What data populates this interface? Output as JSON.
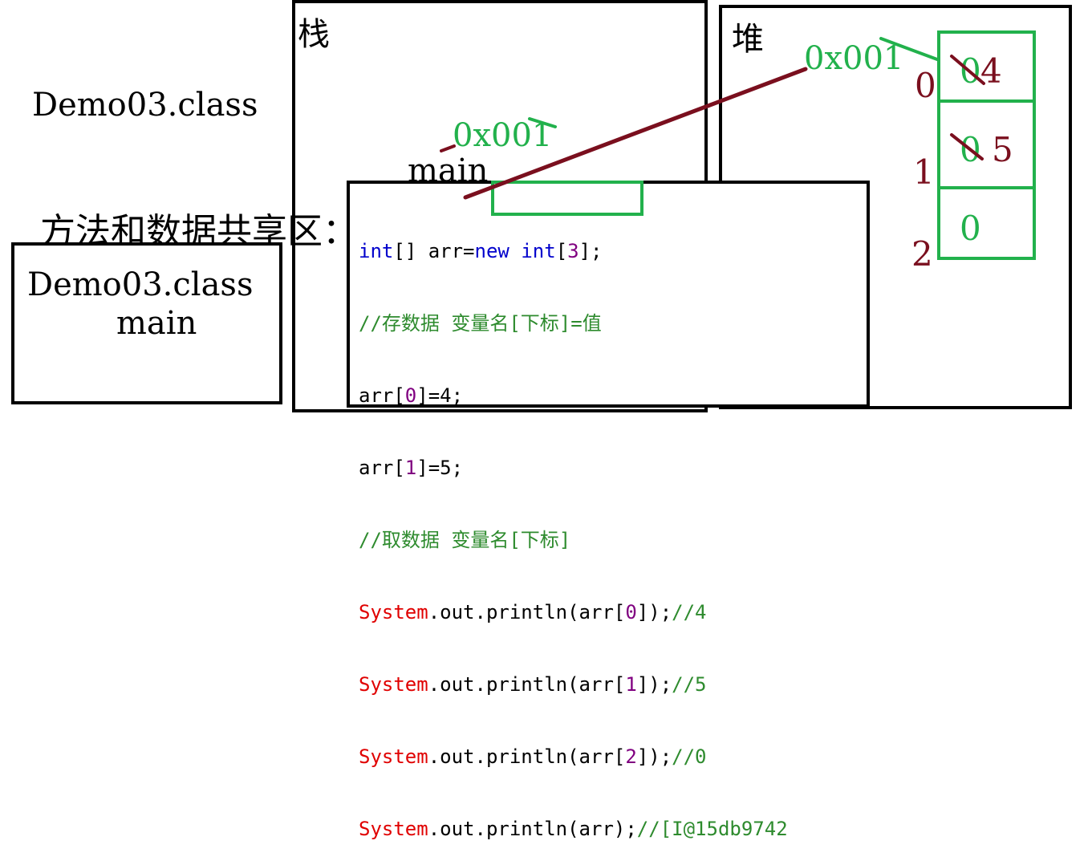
{
  "labels": {
    "stack_title": "栈",
    "heap_title": "堆",
    "method_area_title": "方法和数据共享区：",
    "class_outside": "Demo03.class",
    "class_in_box": "Demo03.class",
    "main_in_box": "main",
    "main_in_stack": "main",
    "stack_address": "0x001",
    "heap_address": "0x001"
  },
  "heap": {
    "indices": [
      "0",
      "1",
      "2"
    ],
    "cells": [
      {
        "old": "0",
        "new": "4"
      },
      {
        "old": "0",
        "new": "5"
      },
      {
        "old": "0",
        "new": ""
      }
    ]
  },
  "code": {
    "line1": {
      "a": "int",
      "b": "[] arr=",
      "c": "new",
      "d": " ",
      "e": "int",
      "f": "[",
      "g": "3",
      "h": "];"
    },
    "line2": "//存数据 变量名[下标]=值",
    "line3": {
      "a": "arr[",
      "b": "0",
      "c": "]=4;"
    },
    "line4": {
      "a": "arr[",
      "b": "1",
      "c": "]=5;"
    },
    "line5": "//取数据 变量名[下标]",
    "line6": {
      "a": "System",
      "b": ".out.println(arr[",
      "c": "0",
      "d": "]);",
      "e": "//4"
    },
    "line7": {
      "a": "System",
      "b": ".out.println(arr[",
      "c": "1",
      "d": "]);",
      "e": "//5"
    },
    "line8": {
      "a": "System",
      "b": ".out.println(arr[",
      "c": "2",
      "d": "]);",
      "e": "//0"
    },
    "line9": {
      "a": "System",
      "b": ".out.println(arr);",
      "c": "//[I@15db9742"
    }
  },
  "colors": {
    "annotation_green": "#22b14c",
    "annotation_red": "#7a0f1e",
    "keyword_blue": "#0000cc",
    "number_purple": "#800080",
    "comment_green": "#2e8b2e",
    "system_red": "#e00000"
  }
}
